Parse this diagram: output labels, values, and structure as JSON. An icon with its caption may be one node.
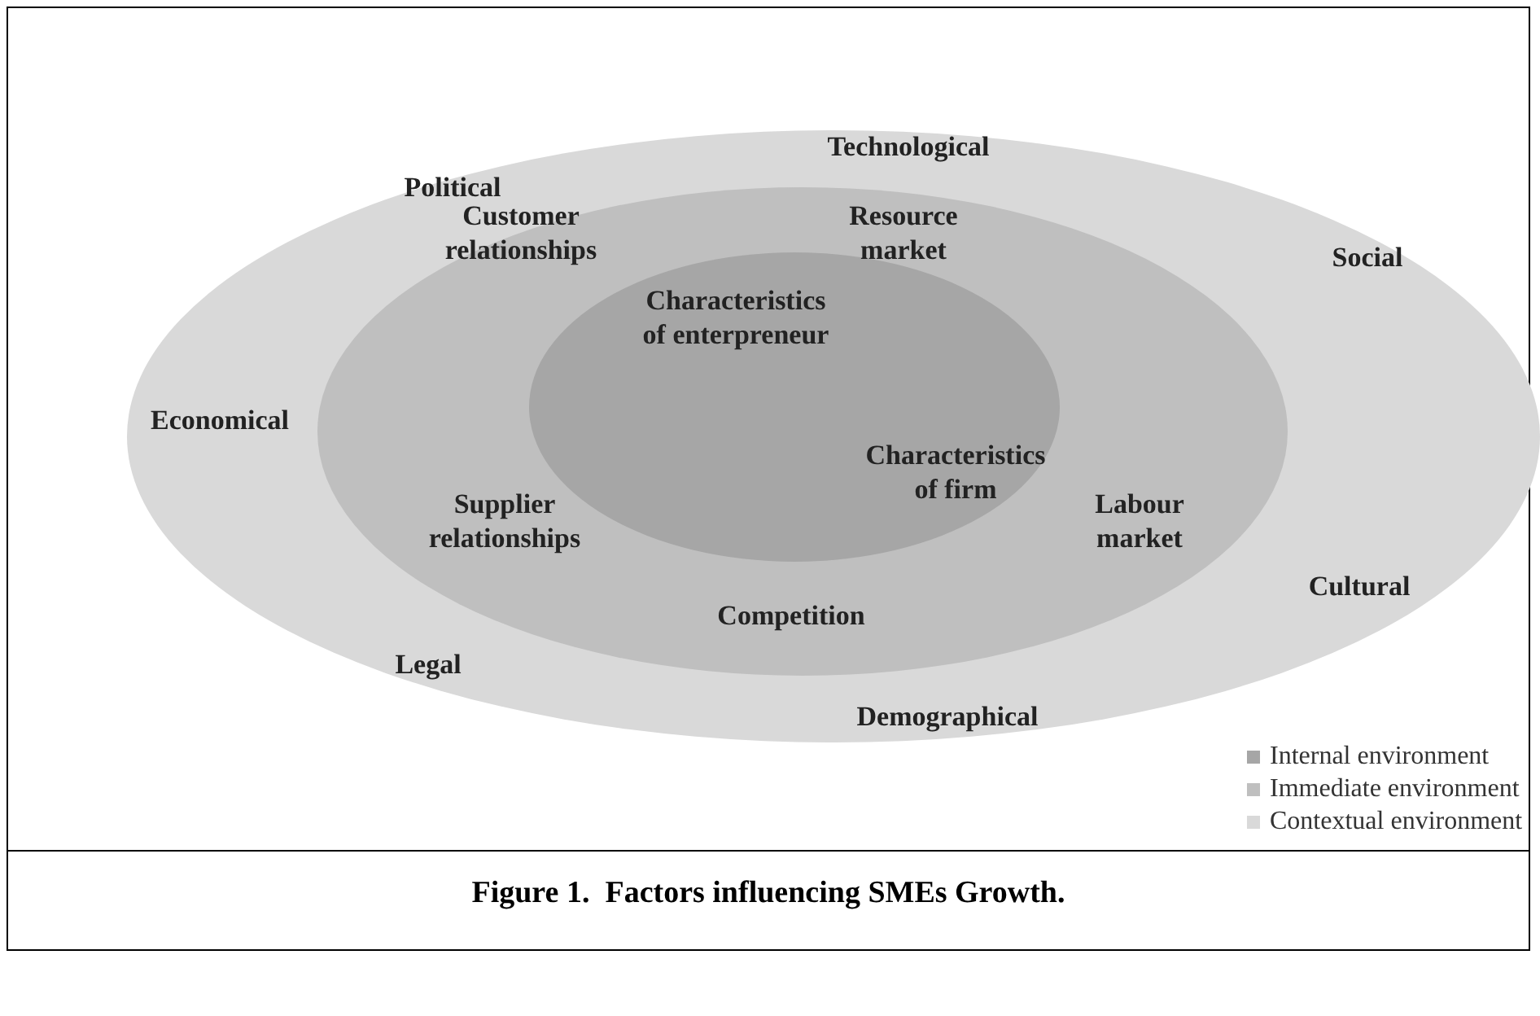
{
  "diagram": {
    "caption": "Figure 1.  Factors influencing SMEs Growth.",
    "nodes": [
      {
        "text": [
          "Technological",
          "Political",
          "Social",
          "Economical",
          "Cultural",
          "Legal",
          "Demographical"
        ]
      },
      {
        "text": [
          "Customer relationships",
          "Resource market",
          "Supplier relationships",
          "Labour market",
          "Competition"
        ],
        "in": 0
      },
      {
        "text": [
          "Characteristics of enterpreneur",
          "Characteristics of firm"
        ],
        "in": 1
      }
    ],
    "legend": [
      {
        "text": "Internal environment",
        "color": "#a6a6a6"
      },
      {
        "text": "Immediate environment",
        "color": "#bfbfbf"
      },
      {
        "text": "Contextual environment",
        "color": "#d9d9d9"
      }
    ]
  }
}
